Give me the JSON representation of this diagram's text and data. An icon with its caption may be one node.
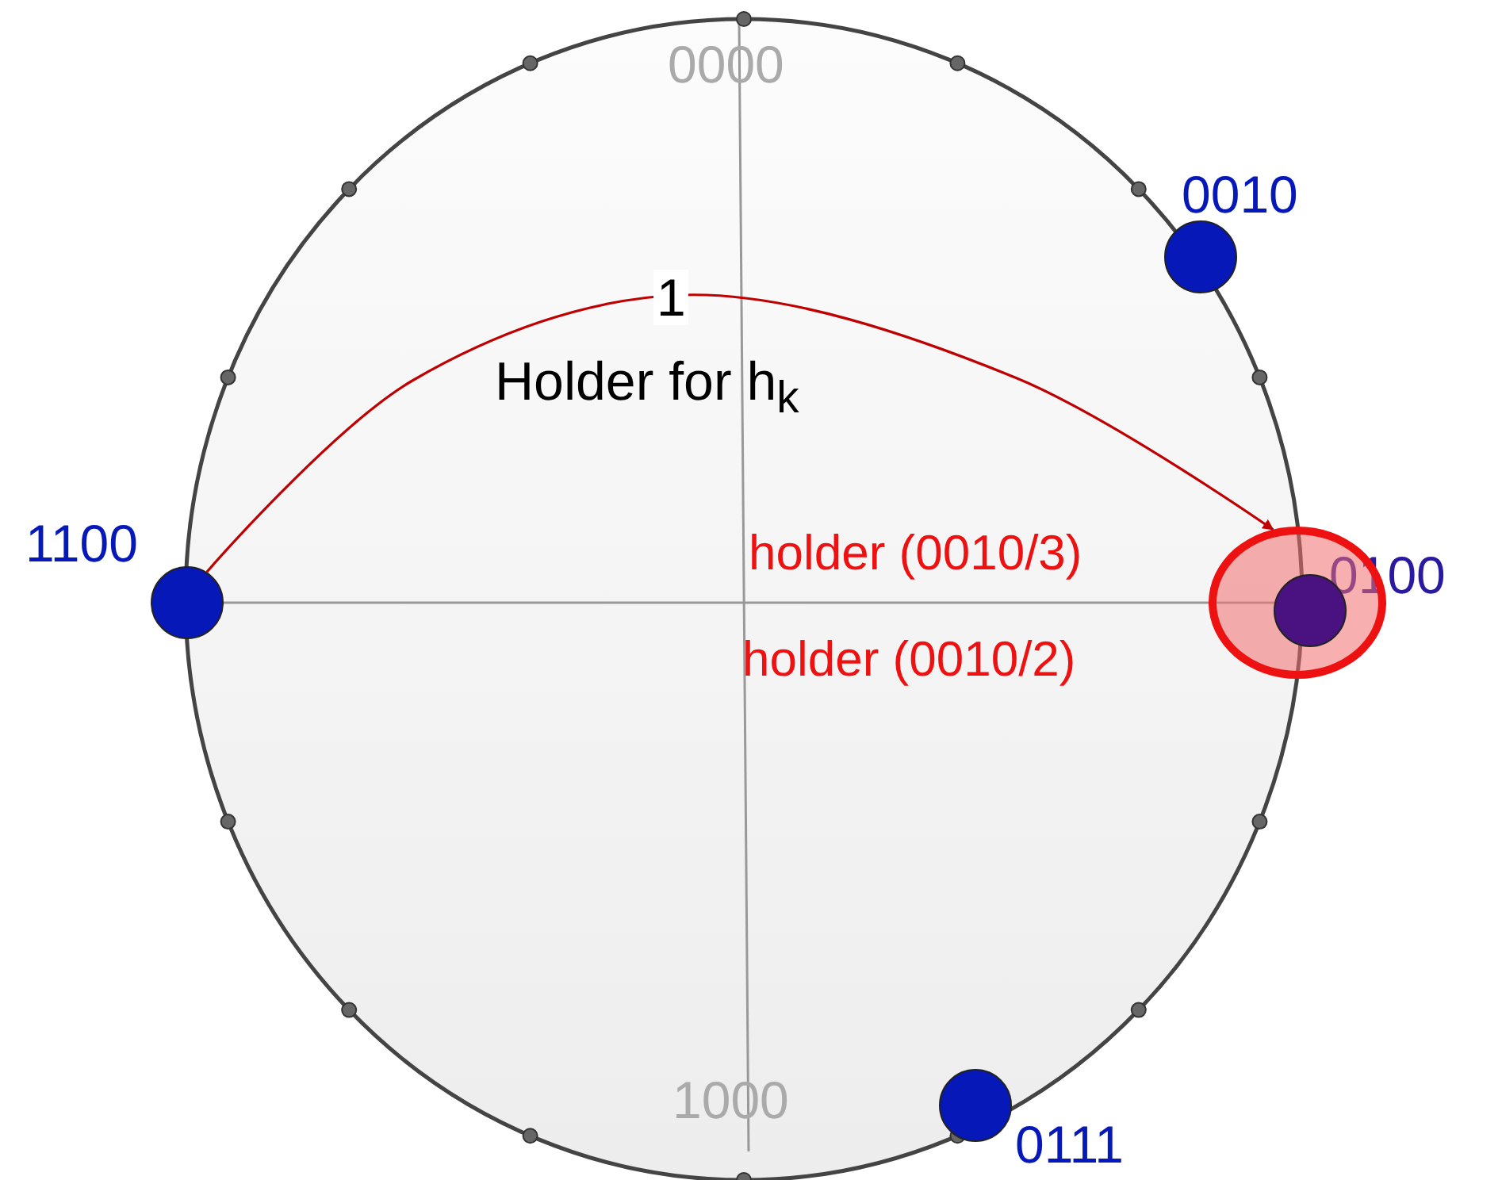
{
  "diagram": {
    "nodes": [
      {
        "text": [],
        "shape": "circle",
        "beside": [
          "0010"
        ]
      },
      {
        "text": [],
        "shape": "circle",
        "beside": [
          "1100"
        ]
      },
      {
        "text": [],
        "shape": "circle"
      },
      {
        "text": [],
        "shape": "circle",
        "in": 2,
        "beside": [
          "0100"
        ]
      },
      {
        "text": [],
        "shape": "circle",
        "beside": [
          "0111"
        ]
      }
    ],
    "edges": [
      {
        "from": 1,
        "to": 2,
        "arrow": "to",
        "label": "1",
        "color": "#c00000"
      }
    ],
    "labels": [
      "0000",
      "Holder for h$_{k}$",
      "holder (0010/3)",
      "holder (0010/2)",
      "1000"
    ]
  }
}
